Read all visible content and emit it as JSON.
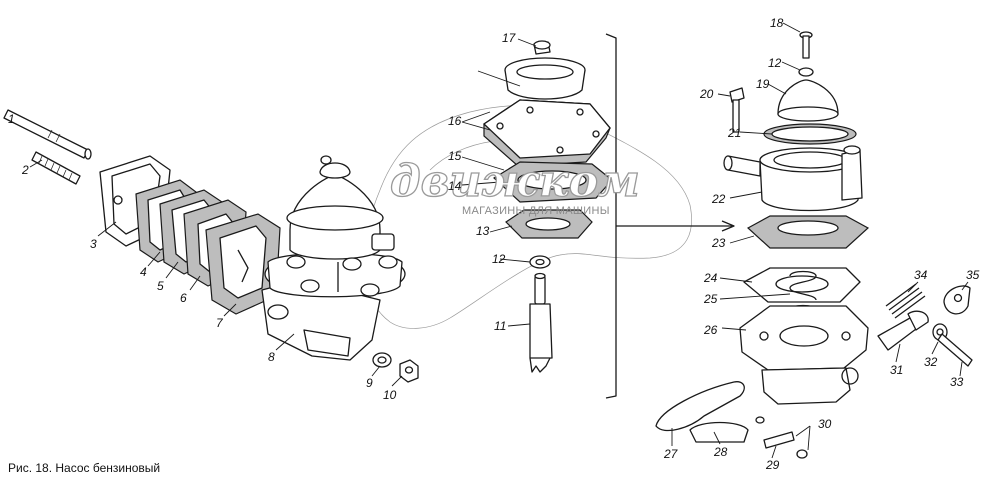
{
  "caption": "Рис. 18. Насос бензиновый",
  "watermark": {
    "text": "движком",
    "subtitle": "МАГАЗИНЫ ДЛЯ МАШИНЫ"
  },
  "callouts": [
    "1",
    "2",
    "3",
    "4",
    "5",
    "6",
    "7",
    "8",
    "9",
    "10",
    "11",
    "12",
    "13",
    "14",
    "15",
    "16",
    "17",
    "18",
    "12",
    "19",
    "20",
    "21",
    "22",
    "23",
    "24",
    "25",
    "26",
    "27",
    "28",
    "29",
    "30",
    "31",
    "32",
    "33",
    "34",
    "35"
  ]
}
